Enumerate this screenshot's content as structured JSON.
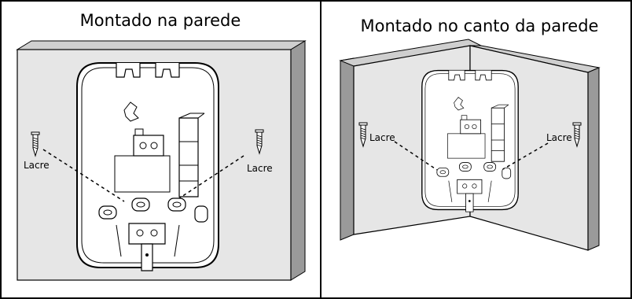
{
  "panels": [
    {
      "title": "Montado na parede",
      "screw_labels": [
        "Lacre",
        "Lacre"
      ]
    },
    {
      "title": "Montado no canto da parede",
      "screw_labels": [
        "Lacre",
        "Lacre"
      ]
    }
  ],
  "colors": {
    "wall_face": "#e6e6e6",
    "wall_side": "#9a9a9a",
    "wall_top": "#cfcfcf",
    "line": "#000000",
    "device_fill": "#ffffff"
  }
}
